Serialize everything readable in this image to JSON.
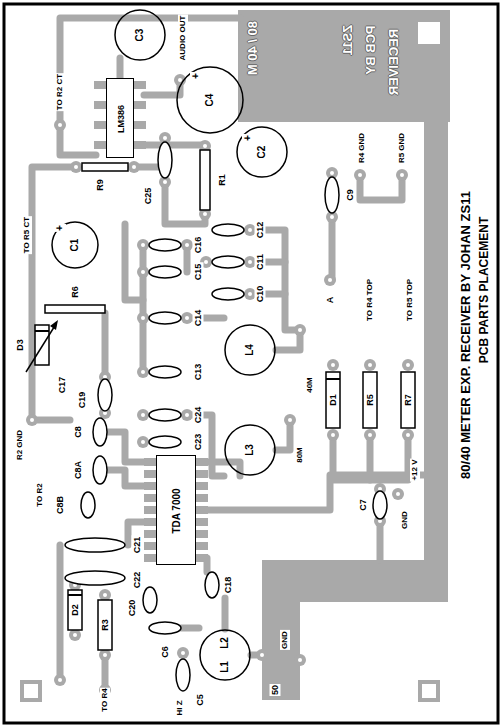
{
  "diagram": {
    "title": "80/40 METER EXP. RECEIVER BY JOHAN ZS11",
    "caption": "PCB PARTS PLACEMENT",
    "nodes": [
      {
        "text": [
          "C3"
        ]
      },
      {
        "text": [
          "C4"
        ]
      },
      {
        "text": [
          "LM386"
        ]
      },
      {
        "text": [
          "C2"
        ]
      },
      {
        "text": [
          "C1"
        ]
      },
      {
        "text": [
          "L4"
        ]
      },
      {
        "text": [
          "L3"
        ]
      },
      {
        "text": [
          "TDA 7000"
        ]
      },
      {
        "text": [
          "L2",
          "L1"
        ]
      }
    ],
    "labels": [
      "TO R2 CT",
      "AUDIO OUT",
      "+",
      "80 / 40 M",
      "RECEIVER",
      "PCB BY",
      "ZS11",
      "+",
      "R4 GND",
      "R5 GND",
      "R9",
      "C25",
      "R1",
      "C9",
      "TO R5 CT",
      "+",
      "C16",
      "C12",
      "C11",
      "C15",
      "C10",
      "A",
      "TO R4 TOP",
      "TO R5 TOP",
      "R6",
      "C14",
      "D3",
      "C17",
      "C13",
      "40M",
      "D1",
      "R5",
      "R7",
      "C19",
      "C24",
      "R2 GND",
      "C8",
      "C8A",
      "80M",
      "+12 V",
      "C23",
      "TO R2",
      "C7",
      "GND",
      "C8B",
      "C21",
      "C20",
      "C22",
      "C18",
      "C6",
      "C5",
      "D2",
      "R3",
      "GND",
      "50",
      "TO R4",
      "HI Z"
    ]
  }
}
